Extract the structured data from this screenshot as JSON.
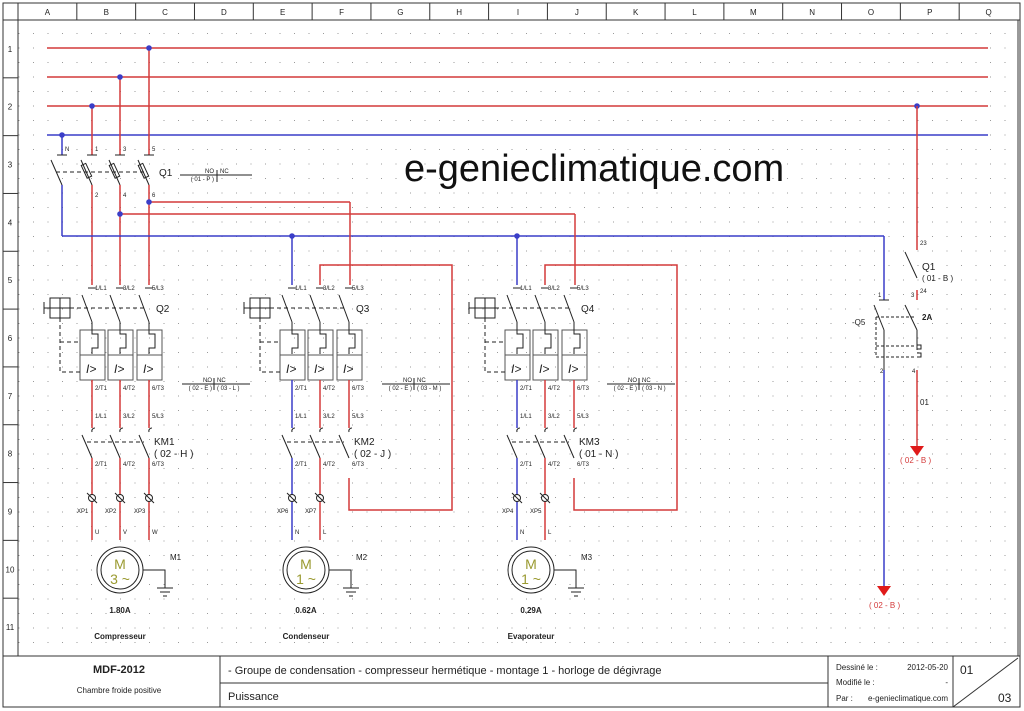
{
  "sheet": {
    "columns": [
      "A",
      "B",
      "C",
      "D",
      "E",
      "F",
      "G",
      "H",
      "I",
      "J",
      "K",
      "L",
      "M",
      "N",
      "O",
      "P",
      "Q"
    ],
    "rows": [
      "1",
      "2",
      "3",
      "4",
      "5",
      "6",
      "7",
      "8",
      "9",
      "10",
      "11"
    ],
    "watermark": "e-genieclimatique.com"
  },
  "colors": {
    "phase": "#d43a3a",
    "neutral": "#3a3ec8",
    "arrow": "#e01a1a",
    "motor_text": "#9a9a30"
  },
  "main_switch": {
    "name": "Q1",
    "terminals_top": [
      "N",
      "1",
      "3",
      "5"
    ],
    "terminals_bottom": [
      "2",
      "4",
      "6"
    ],
    "contact_ref": {
      "no": "NO",
      "nc": "NC",
      "no_ref": "( 01 - P )",
      "nc_ref": ""
    }
  },
  "branches": [
    {
      "breaker": "Q2",
      "breaker_in": [
        "1/L1",
        "3/L2",
        "5/L3"
      ],
      "breaker_out": [
        "2/T1",
        "4/T2",
        "6/T3"
      ],
      "breaker_ref": {
        "no": "NO",
        "nc": "NC",
        "no_ref": "( 02 - E )",
        "nc_ref": "( 03 - L )"
      },
      "contactor": "KM1",
      "contactor_ref": "( 02 - H )",
      "contactor_in": [
        "1/L1",
        "3/L2",
        "5/L3"
      ],
      "contactor_out": [
        "2/T1",
        "4/T2",
        "6/T3"
      ],
      "terminals": [
        "XP1",
        "XP2",
        "XP3"
      ],
      "motor_wires": [
        "U",
        "V",
        "W"
      ],
      "motor": "M1",
      "motor_symbol": "M",
      "motor_phase": "3 ~",
      "current": "1.80A",
      "label": "Compresseur"
    },
    {
      "breaker": "Q3",
      "breaker_in": [
        "1/L1",
        "3/L2",
        "5/L3"
      ],
      "breaker_out": [
        "2/T1",
        "4/T2",
        "6/T3"
      ],
      "breaker_ref": {
        "no": "NO",
        "nc": "NC",
        "no_ref": "( 02 - E )",
        "nc_ref": "( 03 - M )"
      },
      "contactor": "KM2",
      "contactor_ref": "( 02 - J )",
      "contactor_in": [
        "1/L1",
        "3/L2",
        "5/L3"
      ],
      "contactor_out": [
        "2/T1",
        "4/T2",
        "6/T3"
      ],
      "terminals": [
        "XP6",
        "XP7"
      ],
      "motor_wires": [
        "N",
        "L"
      ],
      "motor": "M2",
      "motor_symbol": "M",
      "motor_phase": "1 ~",
      "current": "0.62A",
      "label": "Condenseur"
    },
    {
      "breaker": "Q4",
      "breaker_in": [
        "1/L1",
        "3/L2",
        "5/L3"
      ],
      "breaker_out": [
        "2/T1",
        "4/T2",
        "6/T3"
      ],
      "breaker_ref": {
        "no": "NO",
        "nc": "NC",
        "no_ref": "( 02 - E )",
        "nc_ref": "( 03 - N )"
      },
      "contactor": "KM3",
      "contactor_ref": "( 01 - N )",
      "contactor_in": [
        "1/L1",
        "3/L2",
        "5/L3"
      ],
      "contactor_out": [
        "2/T1",
        "4/T2",
        "6/T3"
      ],
      "terminals": [
        "XP4",
        "XP5"
      ],
      "motor_wires": [
        "N",
        "L"
      ],
      "motor": "M3",
      "motor_symbol": "M",
      "motor_phase": "1 ~",
      "current": "0.29A",
      "label": "Evaporateur"
    }
  ],
  "control": {
    "aux_contact": "Q1",
    "aux_ref": "( 01 - B )",
    "aux_terminals": [
      "23",
      "24"
    ],
    "breaker": "-Q5",
    "breaker_rating": "2A",
    "breaker_terminals": [
      "1",
      "3",
      "2",
      "4"
    ],
    "wire_label": "01",
    "phase_arrow_ref": "( 02 - B )",
    "neutral_arrow_ref": "( 02 - B )"
  },
  "title_block": {
    "project": "MDF-2012",
    "subtitle": "Chambre froide positive",
    "description": "- Groupe de condensation - compresseur hermétique - montage 1 - horloge de dégivrage",
    "section": "Puissance",
    "drawn_label": "Dessiné le :",
    "drawn_date": "2012-05-20",
    "modified_label": "Modifié le :",
    "modified_value": "-",
    "by_label": "Par :",
    "by_value": "e-genieclimatique.com",
    "page": "01",
    "total_pages": "03"
  }
}
